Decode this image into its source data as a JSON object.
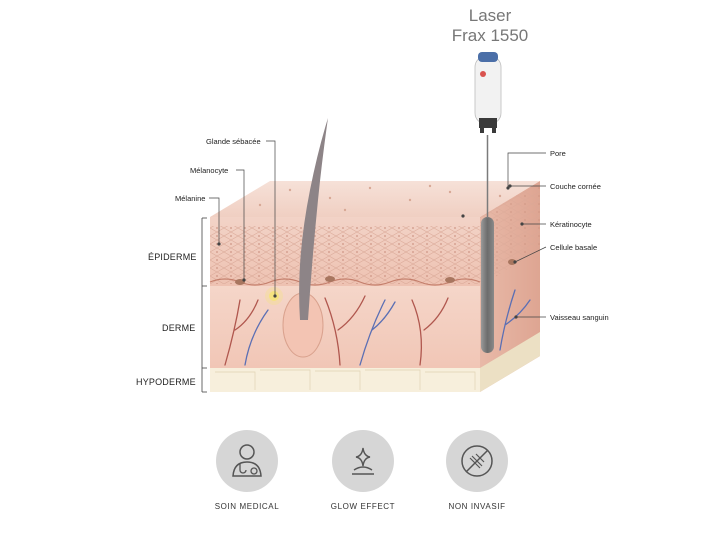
{
  "device": {
    "title_line1": "Laser",
    "title_line2": "Frax 1550"
  },
  "labels": {
    "glande_sebacee": "Glande sébacée",
    "melanocyte": "Mélanocyte",
    "melanine": "Mélanine",
    "pore": "Pore",
    "couche_cornee": "Couche cornée",
    "keratinocyte": "Kératinocyte",
    "cellule_basale": "Cellule basale",
    "vaisseau_sanguin": "Vaisseau sanguin"
  },
  "layers": {
    "epiderme": "ÉPIDERME",
    "derme": "DERME",
    "hypoderme": "HYPODERME"
  },
  "features": [
    {
      "label": "SOIN MEDICAL",
      "icon": "doctor-icon"
    },
    {
      "label": "GLOW EFFECT",
      "icon": "sparkle-icon"
    },
    {
      "label": "NON INVASIF",
      "icon": "no-needle-icon"
    }
  ],
  "colors": {
    "skin_top": "#f4d9cf",
    "skin_mid": "#eec7b8",
    "dermis": "#f2c9bb",
    "hypodermis": "#f6edd9",
    "badge": "#d6d6d6",
    "vessel_red": "#b0574e",
    "vessel_blue": "#5b6fb4",
    "laser_beam": "#7b7b7b"
  }
}
